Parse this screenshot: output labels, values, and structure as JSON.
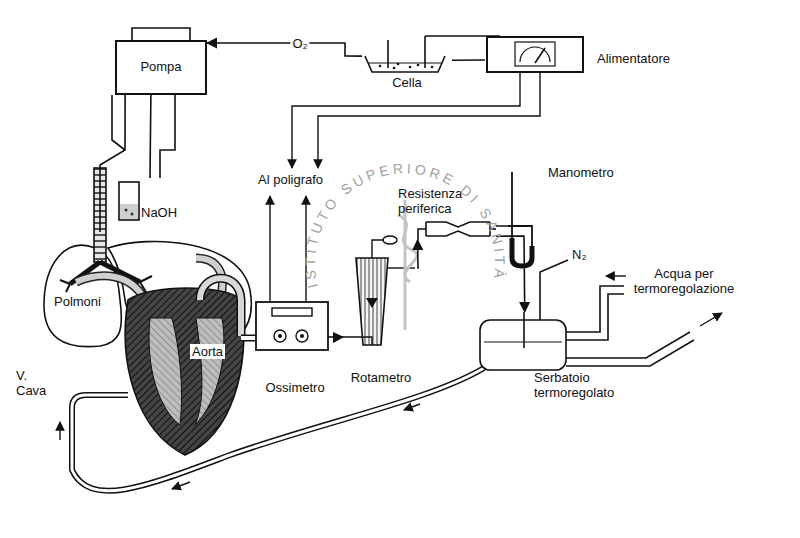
{
  "diagram": {
    "nodes": [
      {
        "text": [
          "Pompa"
        ]
      },
      {
        "text": [
          "Cella"
        ]
      },
      {
        "text": [
          "Alimentatore"
        ]
      },
      {
        "text": [
          "NaOH"
        ]
      },
      {
        "text": [
          "Polmoni"
        ]
      },
      {
        "text": [
          "Ossimetro"
        ]
      },
      {
        "text": [
          "Rotametro"
        ]
      },
      {
        "text": [
          "Resistenza periferica"
        ]
      },
      {
        "text": [
          "Manometro"
        ]
      },
      {
        "text": [
          "Serbatoio termoregolato"
        ]
      }
    ],
    "edges": [
      {
        "from": 1,
        "to": 0,
        "label": "O₂",
        "arrow": "to"
      },
      {
        "from": 2,
        "to": 1,
        "arrow": "none"
      },
      {
        "from": 0,
        "to": 3,
        "arrow": "none"
      },
      {
        "from": 0,
        "to": 4,
        "arrow": "none"
      },
      {
        "from": 5,
        "to": 6,
        "arrow": "to"
      },
      {
        "from": 6,
        "to": 7,
        "arrow": "to"
      },
      {
        "from": 7,
        "to": 9,
        "arrow": "to"
      },
      {
        "from": 7,
        "to": 8,
        "arrow": "none"
      }
    ],
    "labels": [
      "Al poligrafo",
      "N₂",
      "Acqua per termoregolazione",
      "Aorta",
      "V. Cava",
      "ISTITUTO SUPERIORE DI SANITÀ"
    ]
  }
}
